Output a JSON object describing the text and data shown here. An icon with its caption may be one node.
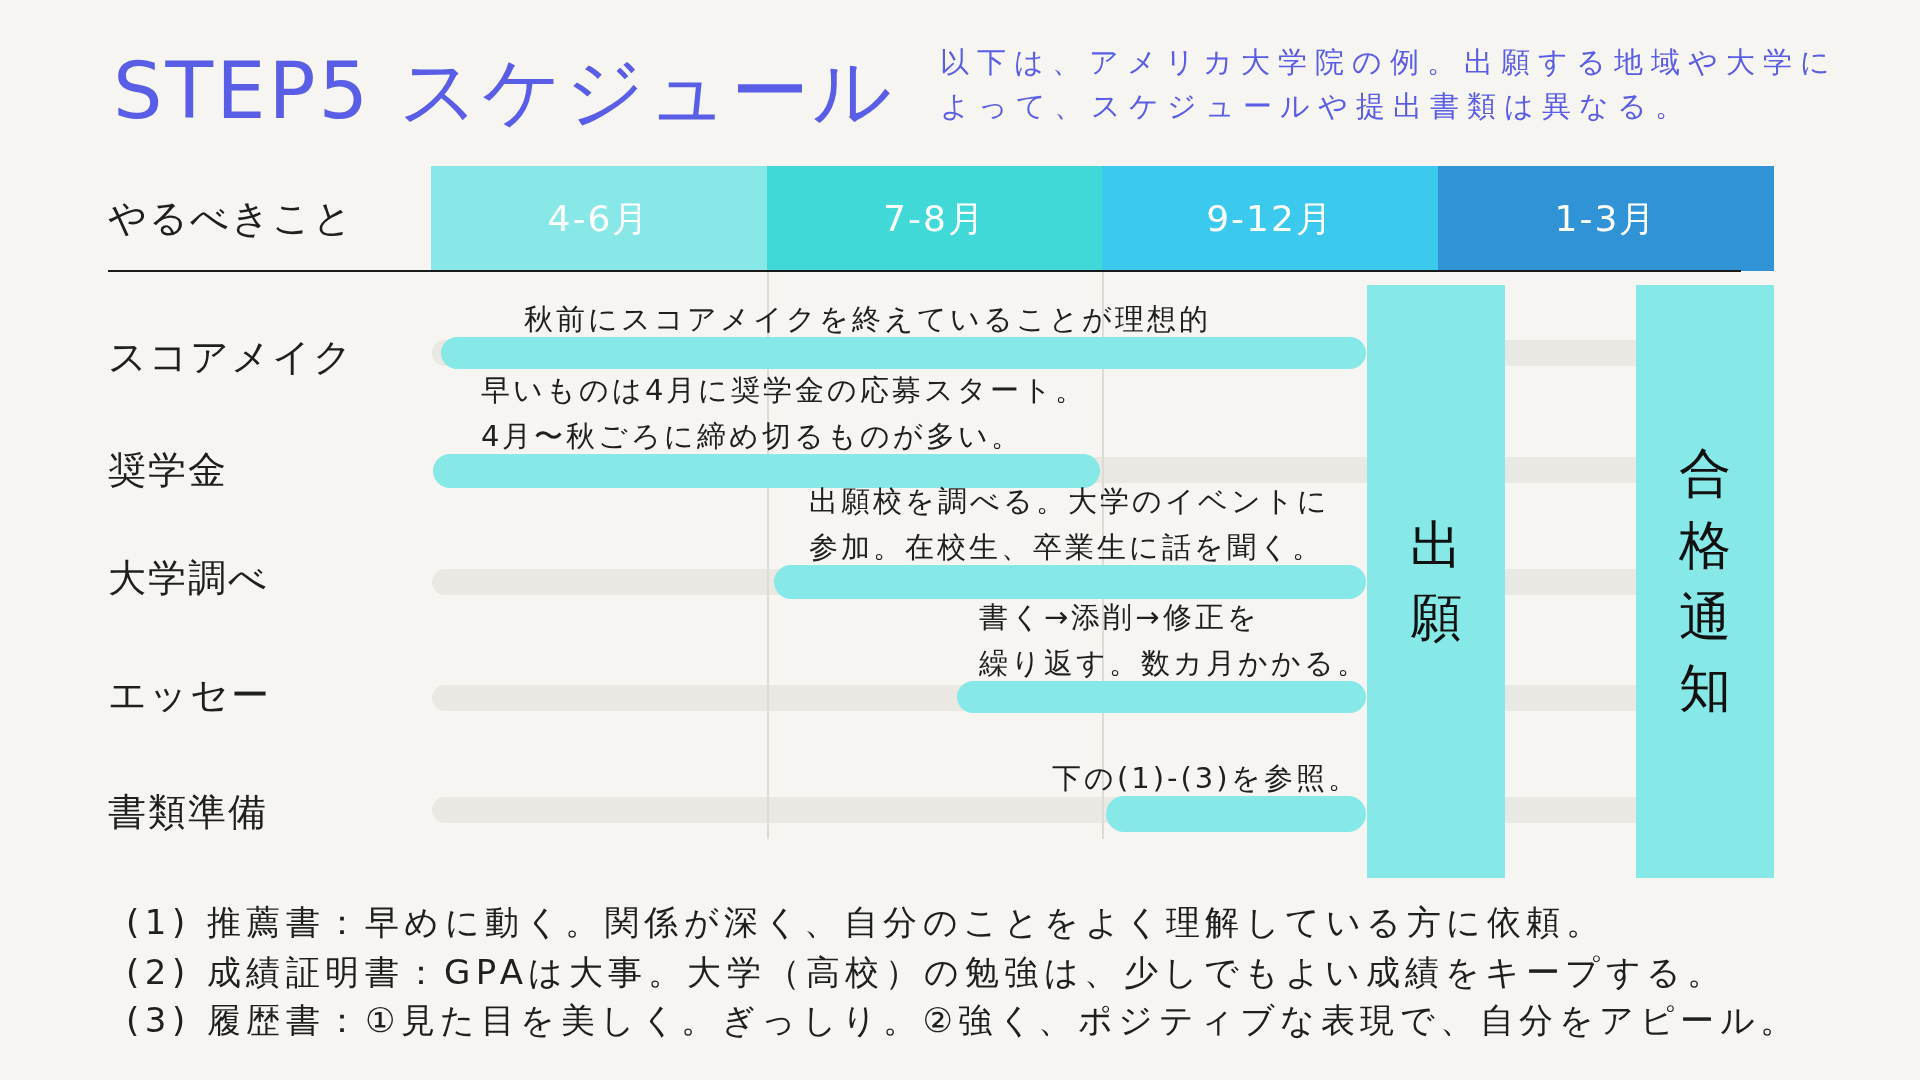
{
  "diagram": {
    "title": "STEP5 スケジュール",
    "nodes": [
      {
        "text": [
          "4-6月"
        ]
      },
      {
        "text": [
          "7-8月"
        ]
      },
      {
        "text": [
          "9-12月"
        ]
      },
      {
        "text": [
          "1-3月"
        ]
      },
      {
        "text": [
          "秋前にスコアメイクを終えていることが理想的"
        ]
      },
      {
        "text": [
          "早いものは4月に奨学金の応募スタート。4月〜秋ごろに締め切るものが多い。"
        ]
      },
      {
        "text": [
          "出願校を調べる。大学のイベントに参加。在校生、卒業生に話を聞く。"
        ]
      },
      {
        "text": [
          "書く→添削→修正を繰り返す。数カ月かかる。"
        ]
      },
      {
        "text": [
          "下の(1)-(3)を参照。"
        ]
      },
      {
        "text": [
          "出願"
        ]
      },
      {
        "text": [
          "合格通知"
        ]
      }
    ],
    "labels": [
      "以下は、アメリカ大学院の例。出願する地域や大学によって、スケジュールや提出書類は異なる。",
      "やるべきこと",
      "スコアメイク",
      "奨学金",
      "大学調べ",
      "エッセー",
      "書類準備",
      "(1) 推薦書：早めに動く。関係が深く、自分のことをよく理解している方に依頼。",
      "(2) 成績証明書：GPAは大事。大学（高校）の勉強は、少しでもよい成績をキープする。",
      "(3) 履歴書：①見た目を美しく。ぎっしり。②強く、ポジティブな表現で、自分をアピール。"
    ]
  }
}
